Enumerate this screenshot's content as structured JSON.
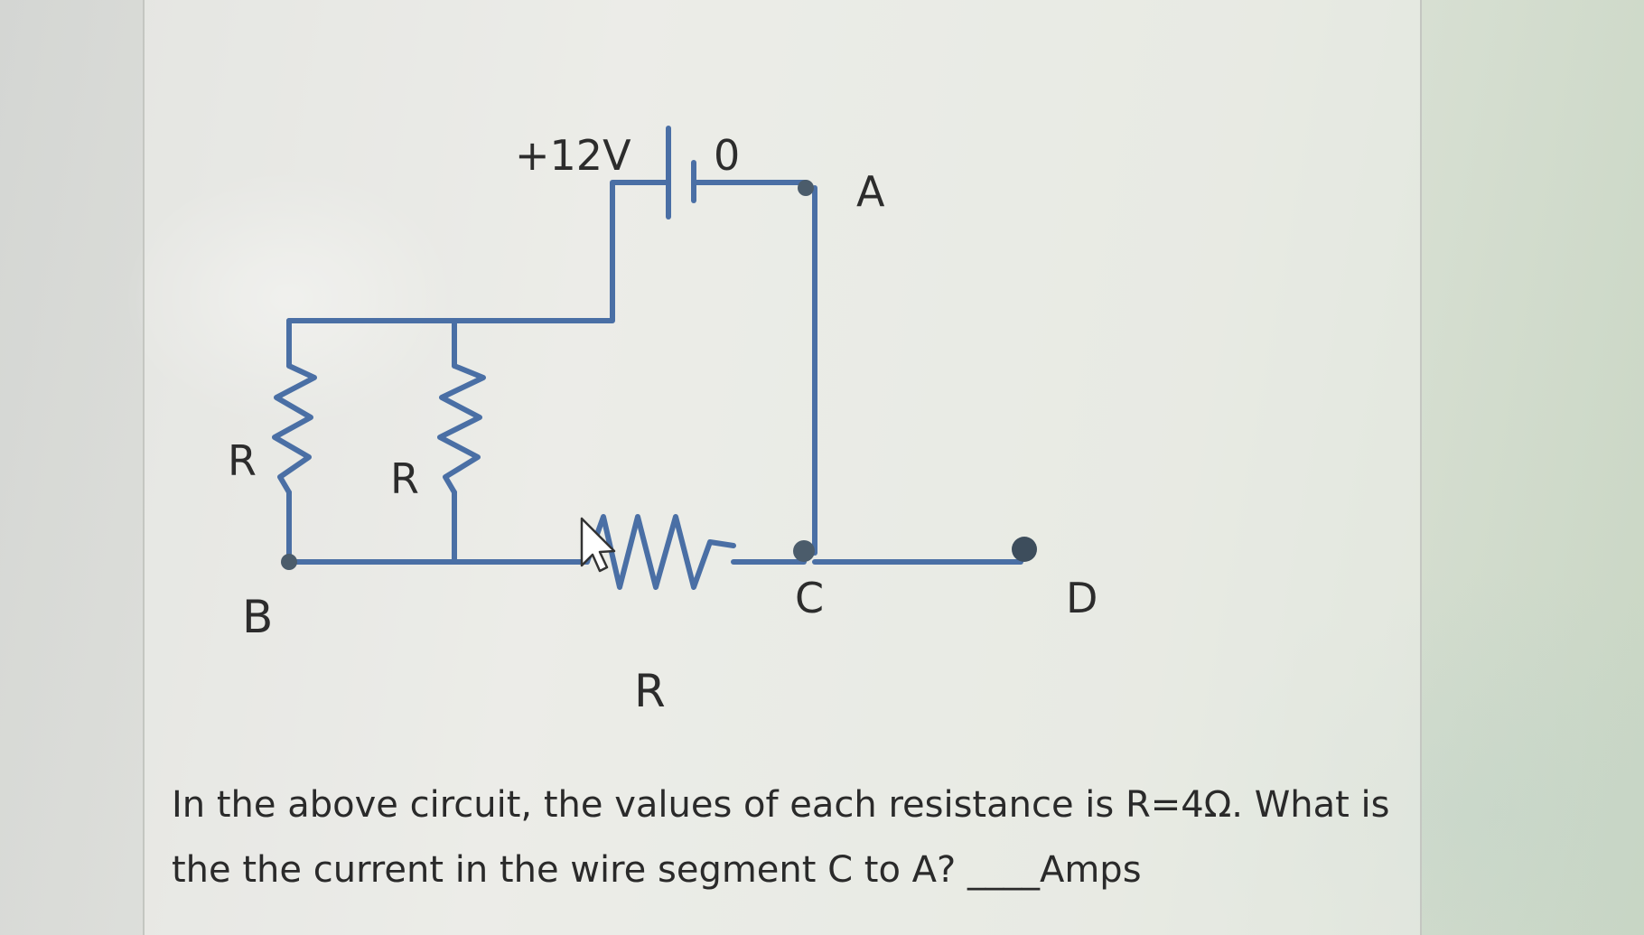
{
  "diagram": {
    "battery_positive_label": "+12V",
    "battery_negative_label": "0",
    "node_labels": {
      "a": "A",
      "b": "B",
      "c": "C",
      "d": "D"
    },
    "resistor_labels": {
      "left": "R",
      "middle": "R",
      "bottom": "R"
    },
    "wire_color": "#4a6fa5",
    "node_color": "#4b5c6b"
  },
  "question": {
    "line1": "In the above circuit, the values of each resistance is R=4Ω. What is",
    "line2": "the the current in the wire segment C to A? ____Amps"
  }
}
